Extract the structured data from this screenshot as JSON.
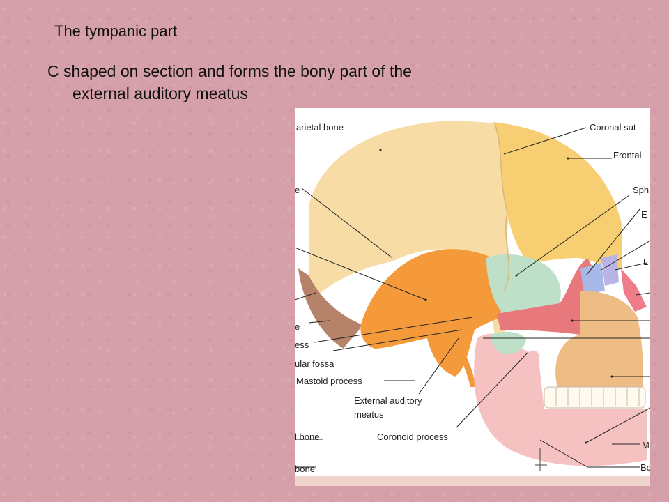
{
  "heading": "The tympanic part",
  "description": {
    "line1": "C shaped on section and forms the bony part of the",
    "line2": "external auditory meatus"
  },
  "figure": {
    "labels": {
      "parietal": "arietal bone",
      "coronal": "Coronal sut",
      "frontal": "Frontal",
      "sphenoid": "Sph",
      "ethmoid": "E",
      "lacrimal": "L",
      "e_left": "e",
      "ess": "ess",
      "fossa": "ular fossa",
      "mastoid": "Mastoid process",
      "ext1": "External auditory",
      "ext2": "meatus",
      "coronoid": "Coronoid process",
      "lbone": "l bone",
      "bone2": "bone",
      "m": "M",
      "bo": "Bo"
    },
    "colors": {
      "parietal": "#f7dca6",
      "frontal": "#f7cf72",
      "temporal": "#f59a3a",
      "occipital": "#b7826a",
      "sphenoid": "#bfe0c8",
      "zygomatic": "#e7787b",
      "ethmoid": "#a8b8e8",
      "lacrimal": "#b9b4e6",
      "maxilla": "#eebd86",
      "mandible": "#f6c1c1",
      "nasal": "#f07c8a"
    }
  }
}
